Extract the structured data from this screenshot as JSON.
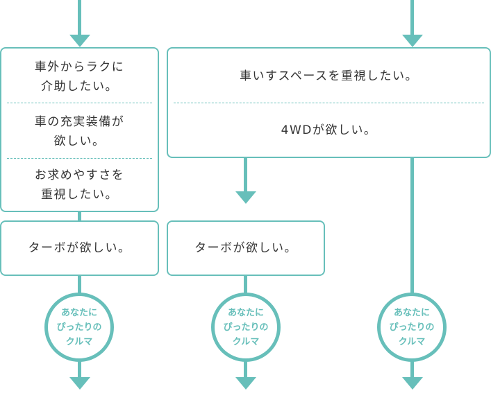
{
  "colors": {
    "accent": "#67bfba",
    "text": "#333333",
    "background": "#ffffff"
  },
  "left_group": {
    "items": [
      "車外からラクに\n介助したい。",
      "車の充実装備が\n欲しい。",
      "お求めやすさを\n重視したい。"
    ]
  },
  "right_group": {
    "items": [
      "車いすスペースを重視したい。",
      "4WDが欲しい。"
    ]
  },
  "turbo_left": "ターボが欲しい。",
  "turbo_middle": "ターボが欲しい。",
  "result_label": "あなたに\nぴったりの\nクルマ"
}
